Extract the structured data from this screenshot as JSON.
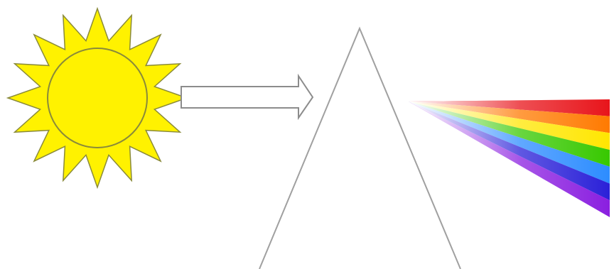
{
  "diagram": {
    "components": [
      {
        "id": "sun",
        "kind": "light-source"
      },
      {
        "id": "arrow",
        "kind": "direction"
      },
      {
        "id": "prism",
        "kind": "triangular-prism"
      },
      {
        "id": "spectrum",
        "kind": "dispersed-light"
      }
    ],
    "colors": {
      "sun_fill": "#fff200",
      "sun_stroke": "#8a8a3a",
      "arrow_stroke": "#8c8c8c",
      "prism_stroke": "#a0a0a0",
      "spectrum": [
        "#e8141a",
        "#ff7a00",
        "#ffe600",
        "#37c800",
        "#2c8cff",
        "#2a20d8",
        "#8a1ee0"
      ]
    }
  }
}
